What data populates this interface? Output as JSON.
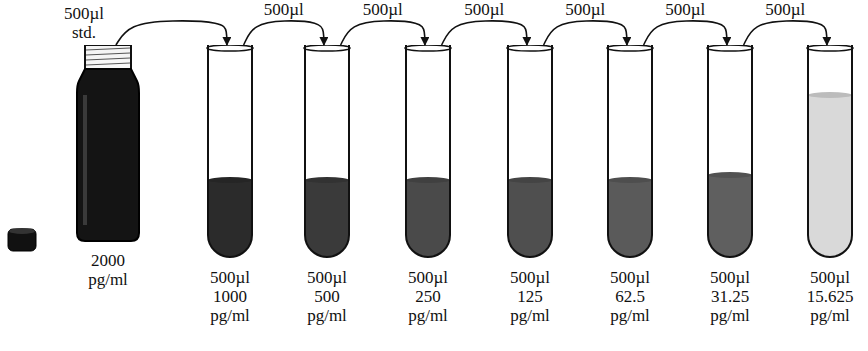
{
  "diagram": {
    "nodes": [
      {
        "text": [
          "2000 pg/ml"
        ]
      },
      {
        "text": [
          "500µl 1000 pg/ml"
        ]
      },
      {
        "text": [
          "500µl 500 pg/ml"
        ]
      },
      {
        "text": [
          "500µl 250 pg/ml"
        ]
      },
      {
        "text": [
          "500µl 125 pg/ml"
        ]
      },
      {
        "text": [
          "500µl 62.5 pg/ml"
        ]
      },
      {
        "text": [
          "500µl 31.25 pg/ml"
        ]
      },
      {
        "text": [
          "500µl 15.625 pg/ml"
        ]
      }
    ],
    "edges": [
      {
        "from": 0,
        "to": 1,
        "arrow": "to",
        "label": "500µl std."
      },
      {
        "from": 1,
        "to": 2,
        "arrow": "to",
        "label": "500µl"
      },
      {
        "from": 2,
        "to": 3,
        "arrow": "to",
        "label": "500µl"
      },
      {
        "from": 3,
        "to": 4,
        "arrow": "to",
        "label": "500µl"
      },
      {
        "from": 4,
        "to": 5,
        "arrow": "to",
        "label": "500µl"
      },
      {
        "from": 5,
        "to": 6,
        "arrow": "to",
        "label": "500µl"
      },
      {
        "from": 6,
        "to": 7,
        "arrow": "to",
        "label": "500µl"
      }
    ]
  }
}
